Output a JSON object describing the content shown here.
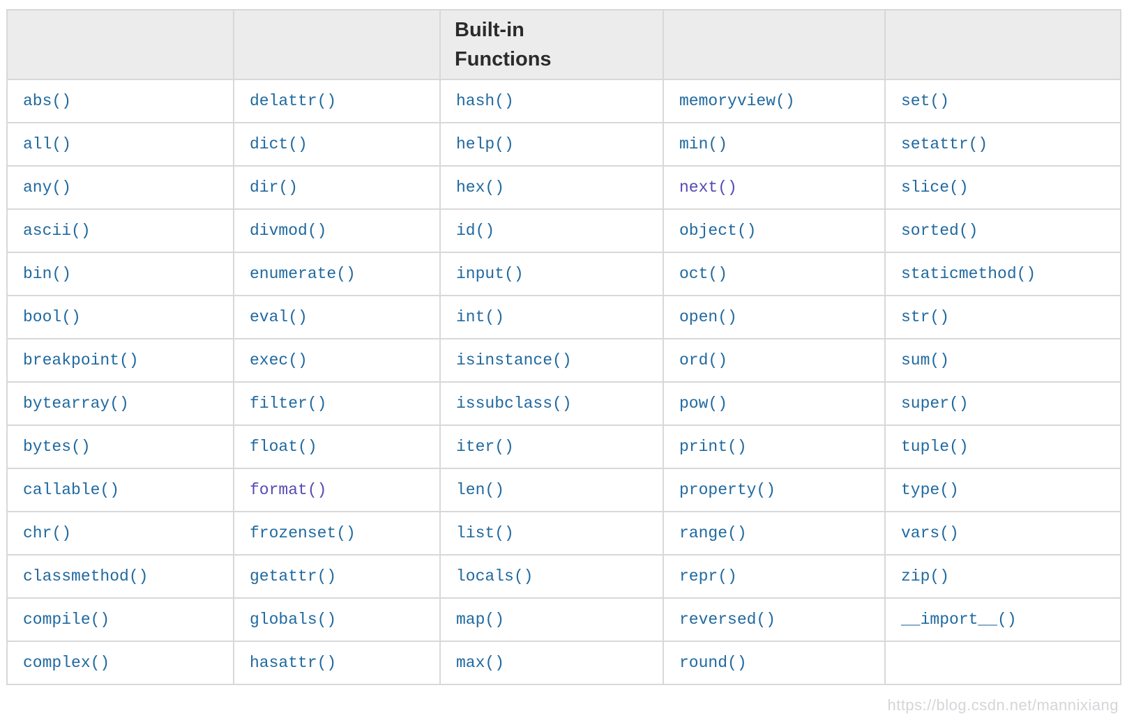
{
  "page": {
    "watermark": "https://blog.csdn.net/mannixiang"
  },
  "colors": {
    "link": "#20699f",
    "visited_link": "#5649b4",
    "header_bg": "#ececec",
    "border": "#d8d8d8",
    "header_text": "#2b2b2b",
    "watermark_text": "#d3d6d9"
  },
  "table": {
    "title": "Built-in Functions",
    "header": {
      "columns": [
        "",
        "",
        "Built-in\nFunctions",
        "",
        ""
      ]
    },
    "visited_links": [
      "next()",
      "format()"
    ],
    "rows": [
      [
        "abs()",
        "delattr()",
        "hash()",
        "memoryview()",
        "set()"
      ],
      [
        "all()",
        "dict()",
        "help()",
        "min()",
        "setattr()"
      ],
      [
        "any()",
        "dir()",
        "hex()",
        "next()",
        "slice()"
      ],
      [
        "ascii()",
        "divmod()",
        "id()",
        "object()",
        "sorted()"
      ],
      [
        "bin()",
        "enumerate()",
        "input()",
        "oct()",
        "staticmethod()"
      ],
      [
        "bool()",
        "eval()",
        "int()",
        "open()",
        "str()"
      ],
      [
        "breakpoint()",
        "exec()",
        "isinstance()",
        "ord()",
        "sum()"
      ],
      [
        "bytearray()",
        "filter()",
        "issubclass()",
        "pow()",
        "super()"
      ],
      [
        "bytes()",
        "float()",
        "iter()",
        "print()",
        "tuple()"
      ],
      [
        "callable()",
        "format()",
        "len()",
        "property()",
        "type()"
      ],
      [
        "chr()",
        "frozenset()",
        "list()",
        "range()",
        "vars()"
      ],
      [
        "classmethod()",
        "getattr()",
        "locals()",
        "repr()",
        "zip()"
      ],
      [
        "compile()",
        "globals()",
        "map()",
        "reversed()",
        "__import__()"
      ],
      [
        "complex()",
        "hasattr()",
        "max()",
        "round()",
        ""
      ]
    ]
  }
}
